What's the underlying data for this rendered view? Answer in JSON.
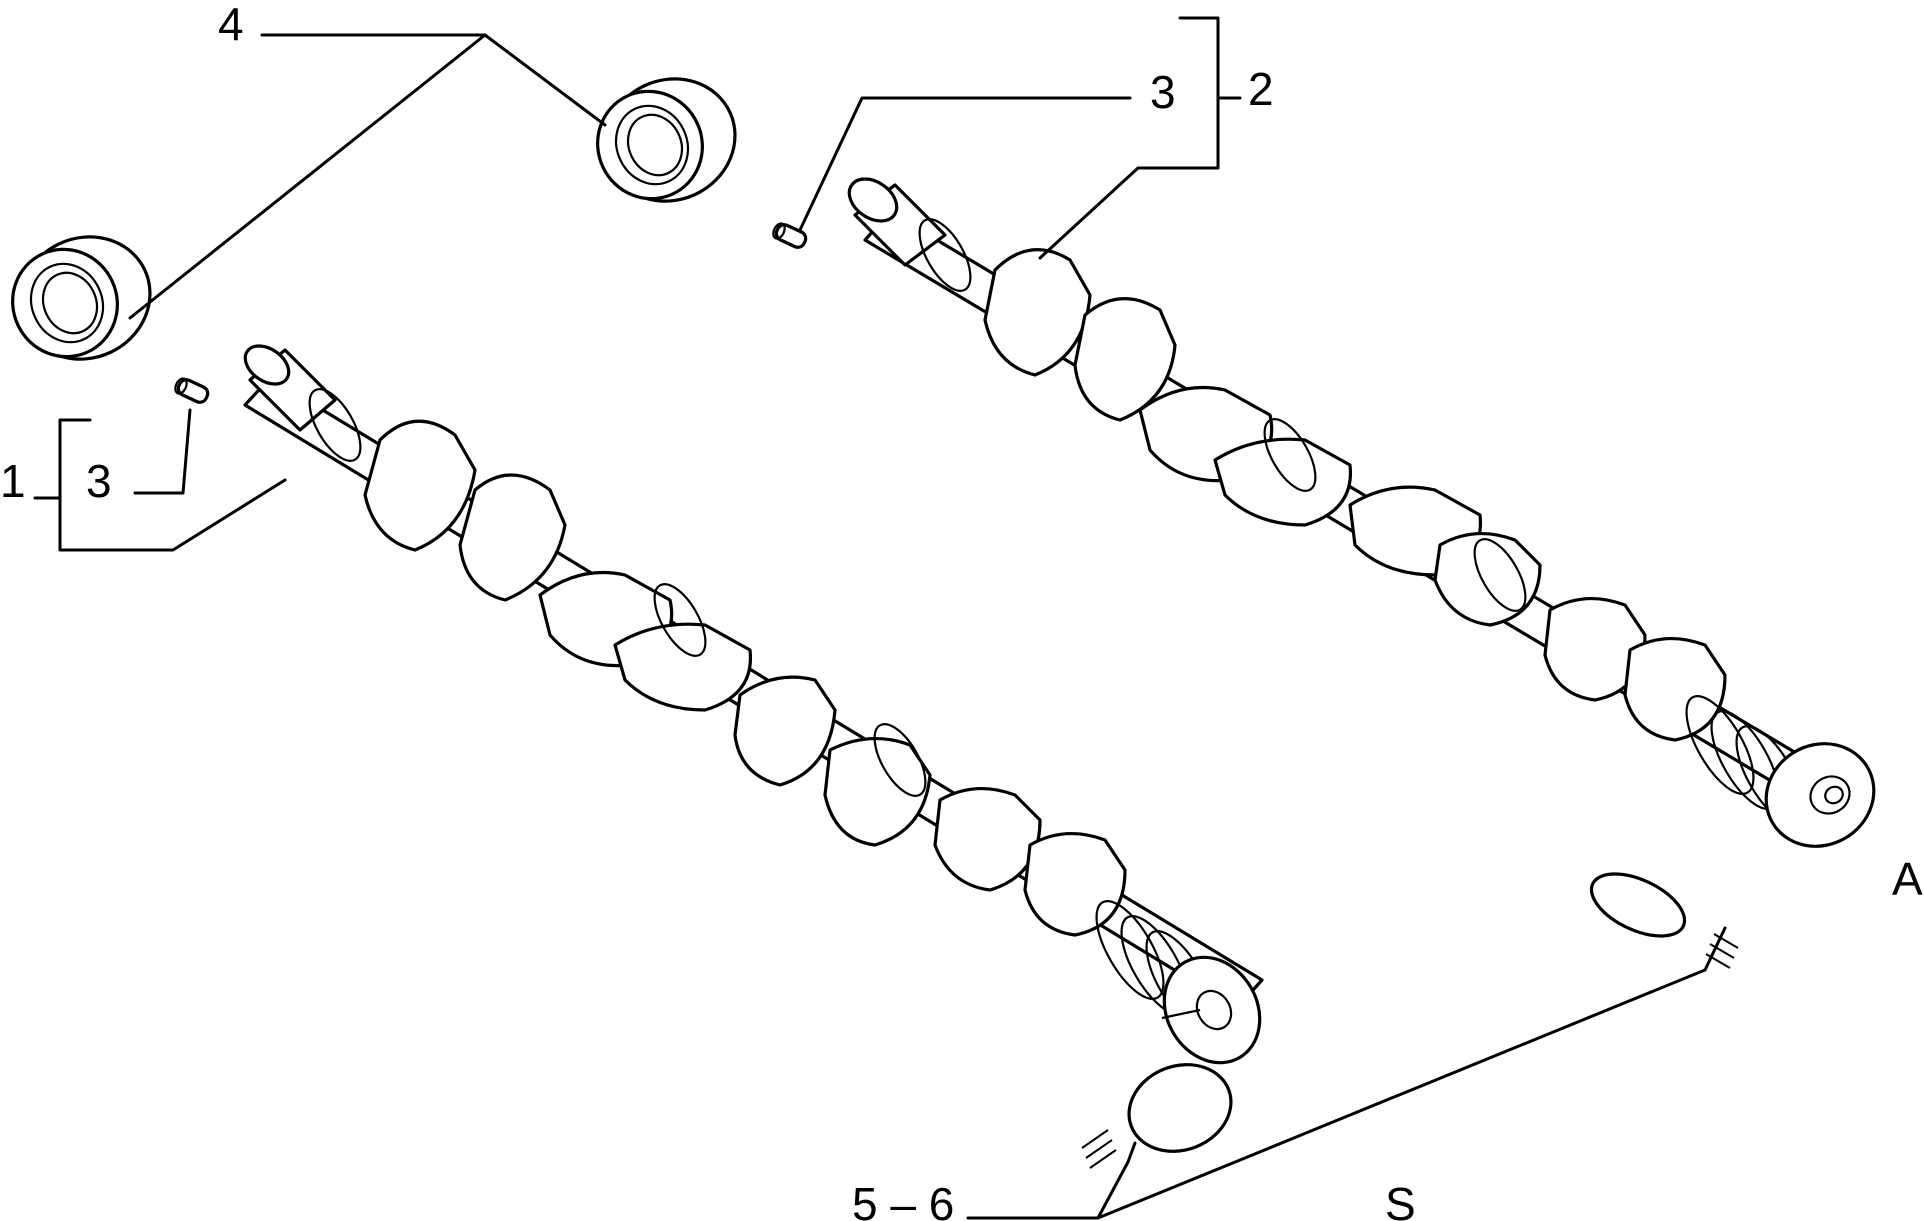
{
  "callouts": {
    "part_1": "1",
    "part_2": "2",
    "part_3_left": "3",
    "part_3_right": "3",
    "part_4": "4",
    "part_5_6": "5 – 6",
    "side_a": "A",
    "side_s": "S"
  },
  "parts": [
    {
      "ref": "1",
      "icon": "camshaft-icon"
    },
    {
      "ref": "2",
      "icon": "camshaft-icon"
    },
    {
      "ref": "3",
      "icon": "dowel-pin-icon"
    },
    {
      "ref": "4",
      "icon": "oil-seal-ring-icon"
    },
    {
      "ref": "5 – 6",
      "icon": "shim-disc-icon"
    }
  ],
  "colors": {
    "ink": "#000000",
    "paper": "#ffffff"
  }
}
